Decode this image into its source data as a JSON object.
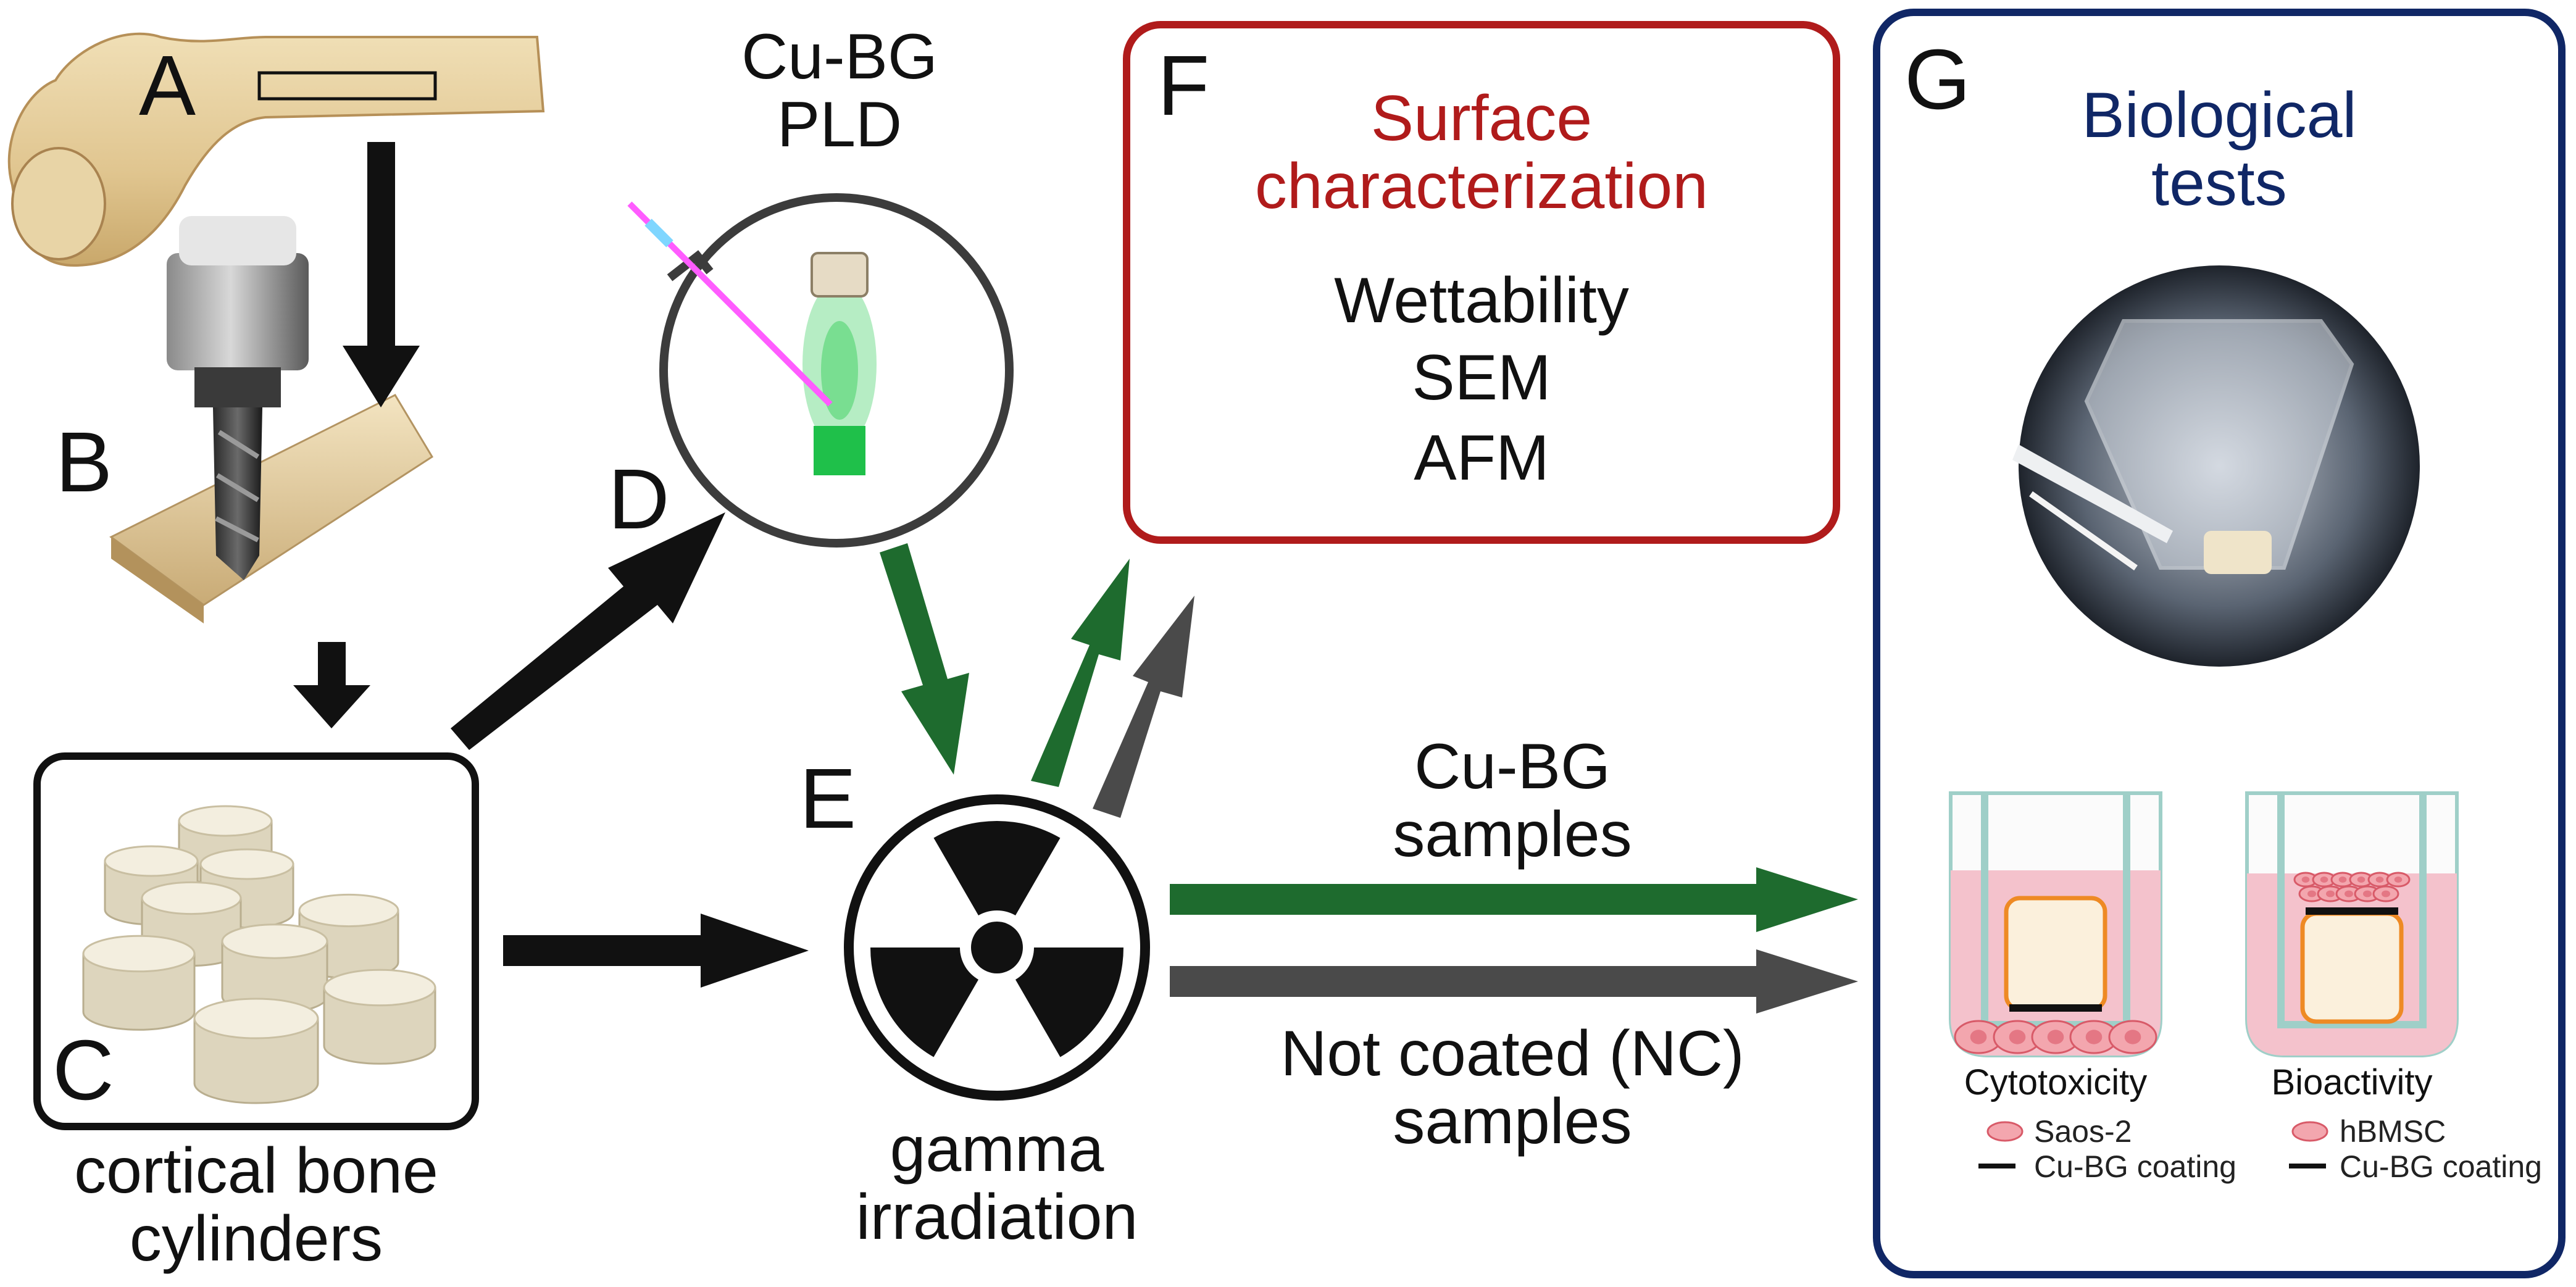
{
  "panels": {
    "A": "A",
    "B": "B",
    "C": "C",
    "D": "D",
    "E": "E",
    "F": "F",
    "G": "G"
  },
  "pld": {
    "line1": "Cu-BG",
    "line2": "PLD"
  },
  "cylinders": {
    "line1": "cortical bone",
    "line2": "cylinders"
  },
  "gamma": {
    "line1": "gamma",
    "line2": "irradiation"
  },
  "surface": {
    "title_line1": "Surface",
    "title_line2": "characterization",
    "items": [
      "Wettability",
      "SEM",
      "AFM"
    ]
  },
  "biological": {
    "title_line1": "Biological",
    "title_line2": "tests",
    "cytotoxicity": "Cytotoxicity",
    "bioactivity": "Bioactivity",
    "legend_cyto_cell": "Saos-2",
    "legend_cyto_coating": "Cu-BG coating",
    "legend_bio_cell": "hBMSC",
    "legend_bio_coating": "Cu-BG coating"
  },
  "samples": {
    "coated_line1": "Cu-BG",
    "coated_line2": "samples",
    "nc_line1": "Not coated (NC)",
    "nc_line2": "samples"
  },
  "colors": {
    "green_arrow": "#1e6b2e",
    "gray_arrow": "#4a4a4a",
    "surface_red": "#b01b1b",
    "bio_navy": "#102766",
    "bone": "#e3cfa0",
    "cylinder": "#ece6d2",
    "laser": "#ff5cff",
    "plume_green": "#2fcb55",
    "well_pink": "#f4c2cc"
  }
}
